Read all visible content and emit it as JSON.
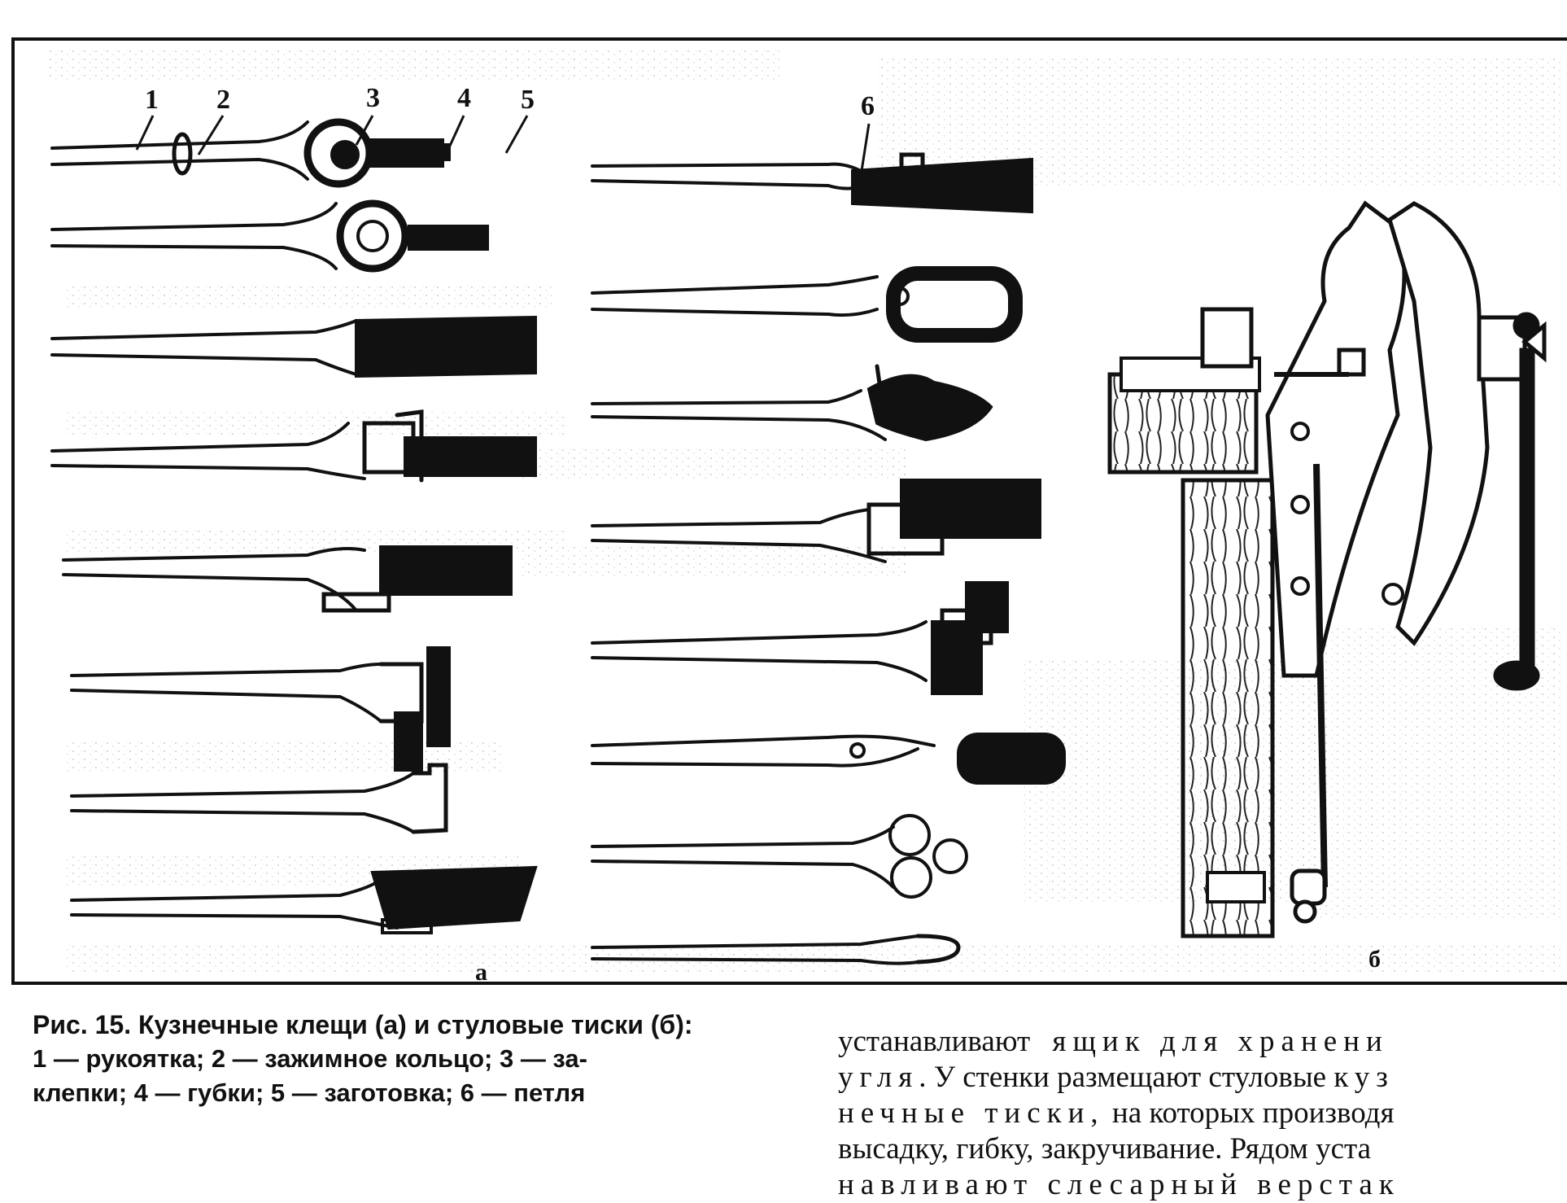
{
  "figure": {
    "sub_label_a": "а",
    "sub_label_b": "б",
    "callout_numbers": [
      "1",
      "2",
      "3",
      "4",
      "5",
      "6"
    ]
  },
  "caption": {
    "title": "Рис. 15. Кузнечные клещи (а) и стуловые тиски (б):",
    "line2": "1 — рукоятка;  2 — зажимное  кольцо;  3 — за-",
    "line3": "клепки;  4 — губки;  5 — заготовка;  6 — петля"
  },
  "body_text": {
    "line1_a": "устанавливают",
    "line1_b": "ящик для хранени",
    "line2_a": "угля",
    "line2_b": ". У стенки размещают стуловые",
    "line2_c": "куз",
    "line3_a": "нечные тиски,",
    "line3_b": " на которых производя",
    "line4": "высадку, гибку, закручивание. Рядом уста",
    "line5": "навливают слесарный верстак"
  },
  "colors": {
    "ink": "#111111",
    "paper": "#ffffff",
    "scan_noise": "#b8b8b8"
  }
}
